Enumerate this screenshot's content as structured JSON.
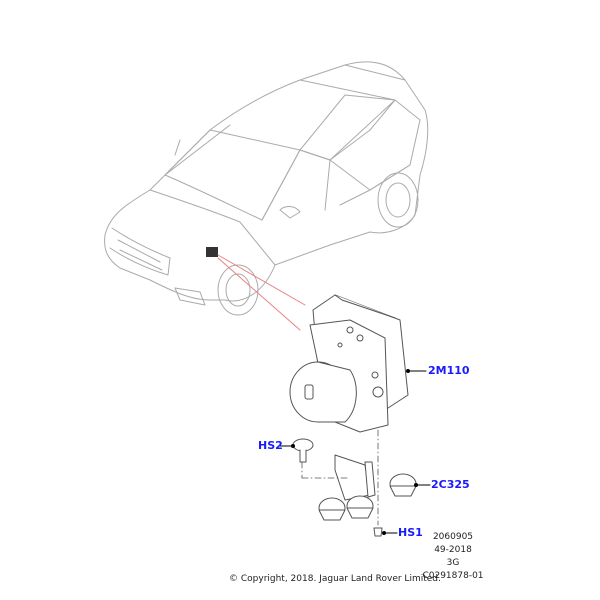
{
  "callouts": {
    "module": "2M110",
    "bracket": "2C325",
    "screw_top": "HS2",
    "screw_bottom": "HS1"
  },
  "meta": {
    "line1": "2060905",
    "line2": "49-2018",
    "line3": "3G",
    "line4": "C0291878-01"
  },
  "copyright": "© Copyright, 2018. Jaguar Land Rover Limited.",
  "colors": {
    "callout": "#1a1aff",
    "leader": "#e88080",
    "outline": "#999999"
  }
}
